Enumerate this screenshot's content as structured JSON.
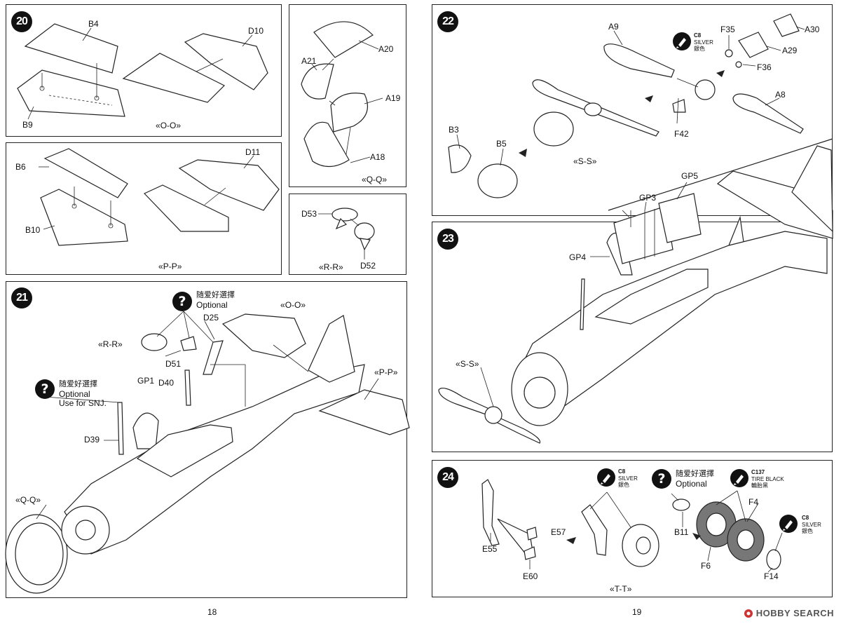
{
  "pages": {
    "left": "18",
    "right": "19"
  },
  "steps": {
    "s20": {
      "number": "20",
      "section": "O-O",
      "parts": {
        "b4": "B4",
        "b9": "B9",
        "d10": "D10"
      }
    },
    "s_pp": {
      "section": "P-P",
      "parts": {
        "b6": "B6",
        "b10": "B10",
        "d11": "D11"
      }
    },
    "s_qq": {
      "section": "Q-Q",
      "parts": {
        "a20": "A20",
        "a21": "A21",
        "a19": "A19",
        "a18": "A18"
      }
    },
    "s_rr": {
      "section": "R-R",
      "parts": {
        "d53": "D53",
        "d52": "D52"
      }
    },
    "s21": {
      "number": "21",
      "parts": {
        "d25": "D25",
        "d51": "D51",
        "d40": "D40",
        "gp1": "GP1",
        "d39": "D39"
      },
      "callouts": {
        "oo": "O-O",
        "rr": "R-R",
        "pp": "P-P",
        "qq": "Q-Q"
      },
      "optional_a": {
        "cn": "随爱好選擇",
        "en": "Optional"
      },
      "optional_b": {
        "cn": "随爱好選擇",
        "en": "Optional",
        "note": "Use for SNJ."
      }
    },
    "s22": {
      "number": "22",
      "section": "S-S",
      "parts": {
        "a9": "A9",
        "f35": "F35",
        "a30": "A30",
        "a29": "A29",
        "f36": "F36",
        "a8": "A8",
        "f42": "F42",
        "b3": "B3",
        "b5": "B5"
      },
      "paint": {
        "code": "C8",
        "en": "SILVER",
        "cn": "銀色"
      }
    },
    "s23": {
      "number": "23",
      "parts": {
        "gp5": "GP5",
        "gp3": "GP3",
        "gp4": "GP4"
      },
      "callouts": {
        "ss": "S-S"
      }
    },
    "s24": {
      "number": "24",
      "section": "T-T",
      "parts": {
        "e57": "E57",
        "e55": "E55",
        "e60": "E60",
        "b11": "B11",
        "f4": "F4",
        "f6": "F6",
        "f14": "F14"
      },
      "paint_silver_a": {
        "code": "C8",
        "en": "SILVER",
        "cn": "銀色"
      },
      "optional": {
        "cn": "随爱好選擇",
        "en": "Optional"
      },
      "paint_tire": {
        "code": "C137",
        "en": "TIRE BLACK",
        "cn": "輪胎黑"
      },
      "paint_silver_b": {
        "code": "C8",
        "en": "SILVER",
        "cn": "銀色"
      }
    }
  },
  "watermark": {
    "text": "HOBBY SEARCH"
  }
}
